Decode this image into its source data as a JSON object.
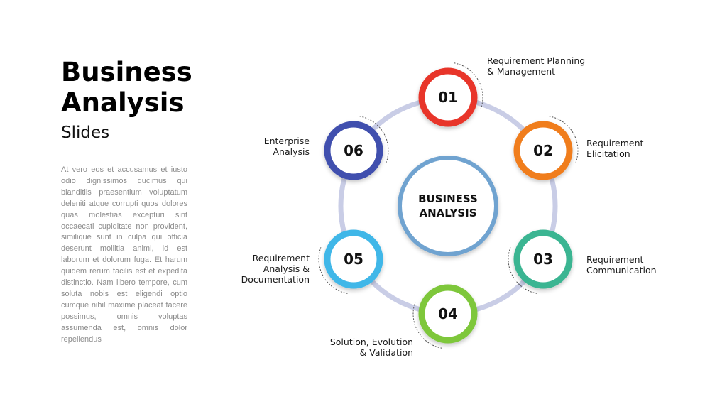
{
  "slide": {
    "title_line1": "Business",
    "title_line2": "Analysis",
    "subtitle": "Slides",
    "body": "At vero eos et accusamus et iusto odio dignissimos ducimus qui blanditiis praesentium voluptatum deleniti atque corrupti quos dolores quas molestias excepturi sint occaecati cupiditate non provident, similique sunt in culpa qui officia deserunt mollitia animi, id est laborum et dolorum fuga. Et harum quidem rerum facilis est et expedita distinctio. Nam libero tempore, cum soluta nobis est eligendi optio cumque nihil maxime placeat facere possimus, omnis voluptas assumenda est, omnis dolor repellendus"
  },
  "diagram": {
    "center_line1": "BUSINESS",
    "center_line2": "ANALYSIS",
    "ring_color": "#c9cde6",
    "center_color": "#6fa3d0",
    "steps": [
      {
        "num": "01",
        "color": "#e8352a",
        "label": [
          "Requirement Planning",
          "& Management"
        ]
      },
      {
        "num": "02",
        "color": "#f07d1f",
        "label": [
          "Requirement",
          "Elicitation"
        ]
      },
      {
        "num": "03",
        "color": "#3bb592",
        "label": [
          "Requirement",
          "Communication"
        ]
      },
      {
        "num": "04",
        "color": "#7ec73a",
        "label": [
          "Solution, Evolution",
          "& Validation"
        ]
      },
      {
        "num": "05",
        "color": "#3fb7e8",
        "label": [
          "Requirement",
          "Analysis &",
          "Documentation"
        ]
      },
      {
        "num": "06",
        "color": "#3f4fae",
        "label": [
          "Enterprise",
          "Analysis"
        ]
      }
    ]
  }
}
